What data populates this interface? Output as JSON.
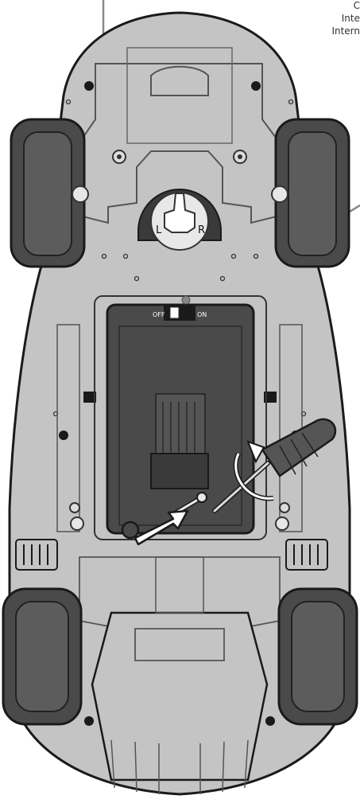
{
  "callout_text": [
    "C",
    "Inte",
    "Intern"
  ],
  "switch": {
    "off": "OFF",
    "on": "ON"
  },
  "steering_dial": {
    "left": "L",
    "right": "R"
  }
}
